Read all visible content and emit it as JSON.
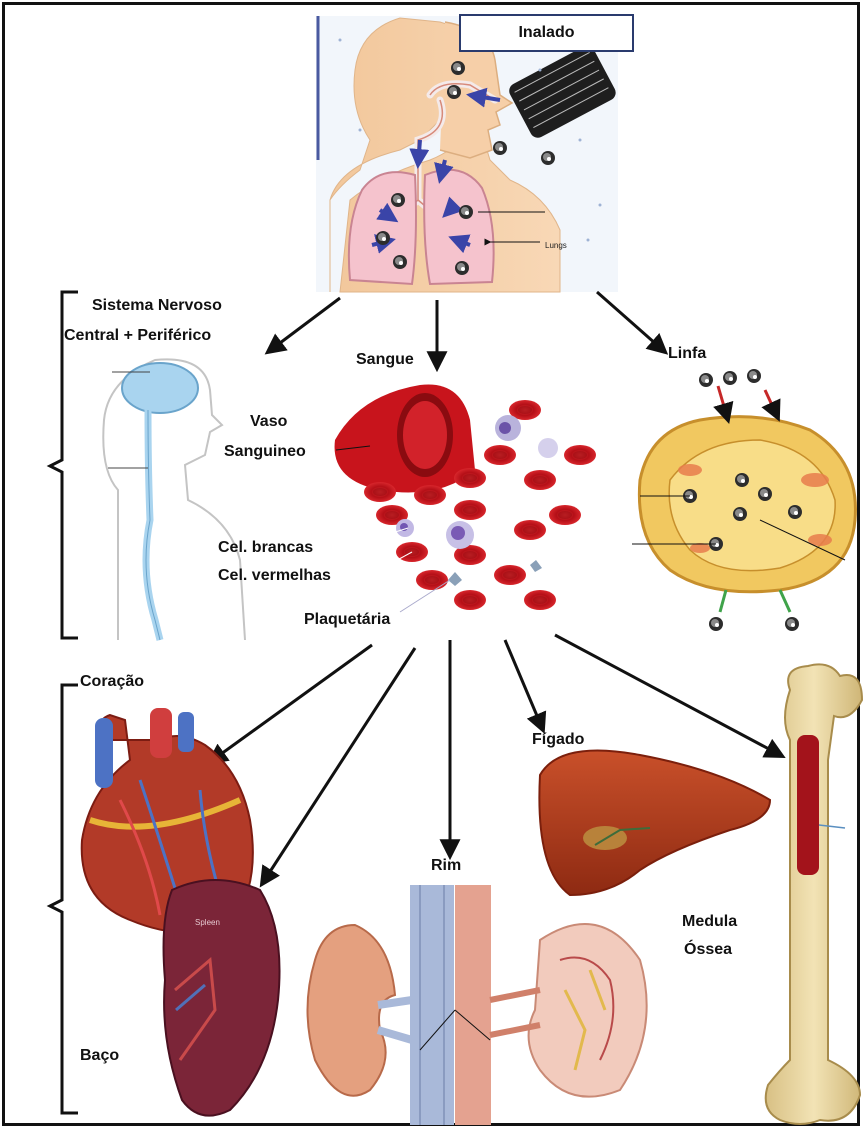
{
  "colors": {
    "skin": "#f6cfa8",
    "blood_red": "#c8141c",
    "organ_brown": "#b3401f",
    "bone": "#e9d6a0",
    "lymph_yellow": "#f1c860",
    "nerve_blue": "#a9d4ef",
    "frame": "#111111"
  },
  "top": {
    "inhaled_label": "Inalado",
    "lungs_label": "Lungs"
  },
  "labels": {
    "nervous_system_line1": "Sistema Nervoso",
    "nervous_system_line2": "Central + Periférico",
    "blood": "Sangue",
    "lymph": "Linfa",
    "vessel_line1": "Vaso",
    "vessel_line2": "Sanguineo",
    "white_cells": "Cel. brancas",
    "red_cells": "Cel. vermelhas",
    "platelet": "Plaquetária",
    "heart": "Coração",
    "liver": "Fígado",
    "kidney": "Rim",
    "bone_marrow_line1": "Medula",
    "bone_marrow_line2": "Óssea",
    "spleen": "Baço",
    "spleen_inner": "Spleen"
  },
  "icons": {
    "particle": "particle-icon",
    "brain": "brain-icon",
    "lungs": "lungs-icon",
    "heart": "heart-icon",
    "liver": "liver-icon",
    "kidney": "kidney-icon",
    "spleen": "spleen-icon",
    "bone": "femur-icon",
    "lymph_node": "lymph-node-icon",
    "blood_cells": "blood-cells-icon"
  }
}
